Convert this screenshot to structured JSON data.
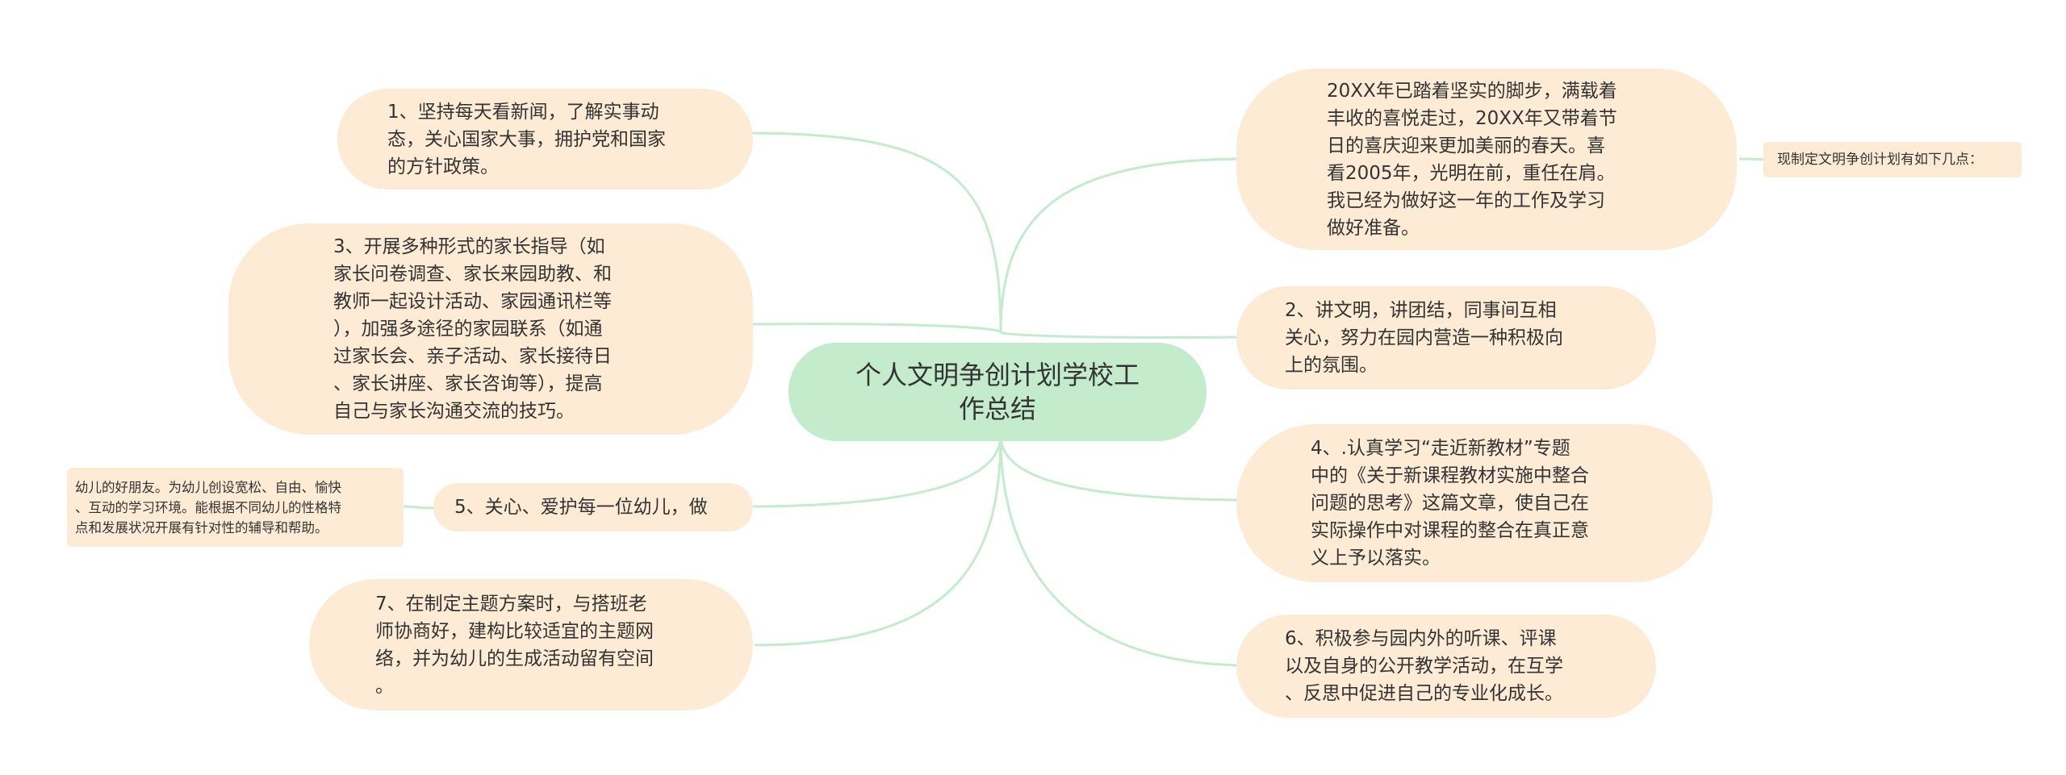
{
  "center": {
    "label": "个人文明争创计划学校工\n作总结"
  },
  "left_topics": [
    {
      "label": "1、坚持每天看新闻，了解实事动\n态，关心国家大事，拥护党和国家\n的方针政策。"
    },
    {
      "label": "3、开展多种形式的家长指导（如\n家长问卷调查、家长来园助教、和\n教师一起设计活动、家园通讯栏等\n），加强多途径的家园联系（如通\n过家长会、亲子活动、家长接待日\n、家长讲座、家长咨询等），提高\n自己与家长沟通交流的技巧。"
    },
    {
      "label": "5、关心、爱护每一位幼儿，做",
      "child": "幼儿的好朋友。为幼儿创设宽松、自由、愉快\n、互动的学习环境。能根据不同幼儿的性格特\n点和发展状况开展有针对性的辅导和帮助。"
    },
    {
      "label": "7、在制定主题方案时，与搭班老\n师协商好，建构比较适宜的主题网\n络，并为幼儿的生成活动留有空间\n。"
    }
  ],
  "right_topics": [
    {
      "label": "20XX年已踏着坚实的脚步，满载着\n丰收的喜悦走过，20XX年又带着节\n日的喜庆迎来更加美丽的春天。喜\n看2005年，光明在前，重任在肩。\n我已经为做好这一年的工作及学习\n做好准备。",
      "child": "现制定文明争创计划有如下几点："
    },
    {
      "label": "2、讲文明，讲团结，同事间互相\n关心，努力在园内营造一种积极向\n上的氛围。"
    },
    {
      "label": "4、.认真学习“走近新教材”专题\n中的《关于新课程教材实施中整合\n问题的思考》这篇文章，使自己在\n实际操作中对课程的整合在真正意\n义上予以落实。"
    },
    {
      "label": "6、积极参与园内外的听课、评课\n以及自身的公开教学活动，在互学\n、反思中促进自己的专业化成长。"
    }
  ],
  "colors": {
    "center_fill": "#c3ebcc",
    "topic_fill": "#fdebd6",
    "line": "#c3ebcc",
    "text": "#333333"
  }
}
